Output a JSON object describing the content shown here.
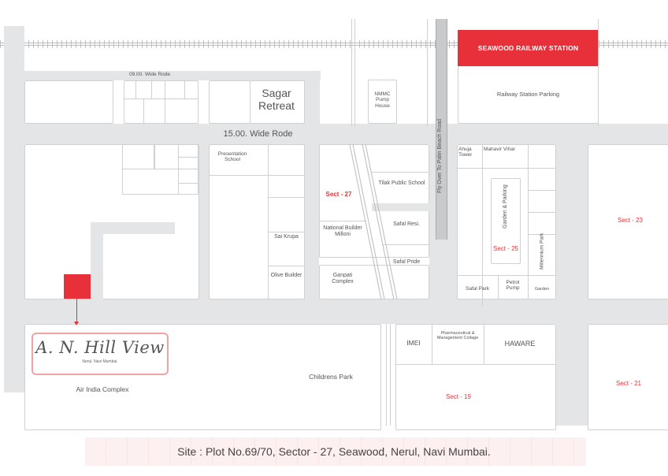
{
  "map": {
    "station": {
      "label": "SEAWOOD RAILWAY STATION",
      "color": "#e8303a"
    },
    "roads": {
      "wide_9": "09.00. Wide Rode",
      "wide_15": "15.00. Wide Rode",
      "flyover": "Fly Over To Palm Beach Road"
    },
    "landmarks": {
      "sagar_retreat": "Sagar Retreat",
      "nmmc_pump_house": "NMMC Pump House",
      "railway_station_parking": "Railway Station Parking",
      "presentation_school": "Presentation School",
      "sai_krupa": "Sai Krupa",
      "olive_builder": "Olive Builder",
      "national_builder_milloni": "National Builder Milloni",
      "ganpati_complex": "Ganpati Complex",
      "tilak_public_school": "Tilak Public School",
      "safal_resi": "Safal Resi.",
      "safal_pride": "Safal Pride",
      "ahuja_tower": "Ahuja Tower",
      "mahavir_vihar": "Mahavir Vihar",
      "garden_parking": "Garden & Parking",
      "millennium_park": "Millennium Park",
      "safal_park": "Safal Park",
      "petrol_pump": "Petrol Pump",
      "garden": "Garden",
      "air_india_complex": "Air India Complex",
      "childrens_park": "Childrens Park",
      "imei": "IMEI",
      "pharma_college": "Pharmaceutical & Management Collage",
      "haware": "HAWARE"
    },
    "sectors": {
      "s27": "Sect - 27",
      "s25": "Sect - 25",
      "s23": "Sect - 23",
      "s19": "Sect - 19",
      "s21": "Sect - 21"
    },
    "project": {
      "name": "A. N. Hill View",
      "location": "Nerul. Navi Mumbai.",
      "marker_color": "#e8303a"
    }
  },
  "footer": {
    "address": "Site : Plot No.69/70, Sector - 27, Seawood, Nerul, Navi Mumbai."
  }
}
